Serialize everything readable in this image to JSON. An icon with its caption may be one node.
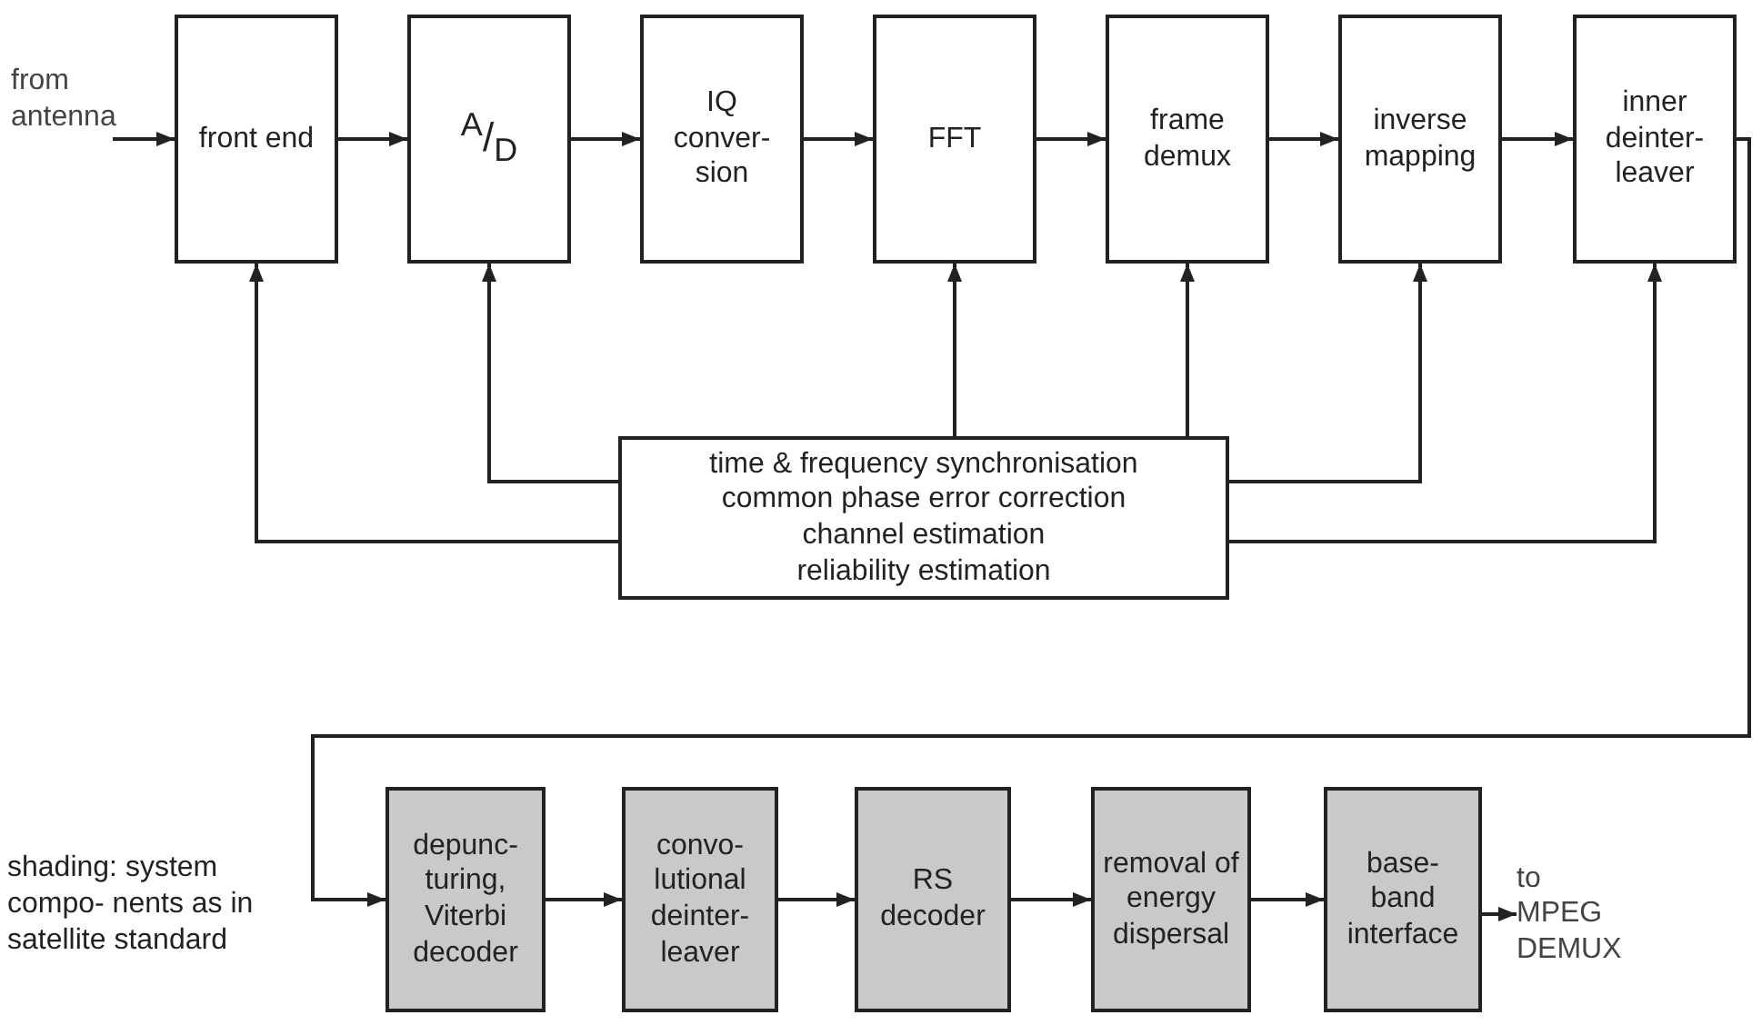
{
  "diagram": {
    "nodes": [
      {
        "text": [
          "from antenna"
        ]
      },
      {
        "text": [
          "front end"
        ]
      },
      {
        "text": [
          "$^{A}$/$_{D}$"
        ]
      },
      {
        "text": [
          "IQ conver- sion"
        ]
      },
      {
        "text": [
          "FFT"
        ]
      },
      {
        "text": [
          "frame demux"
        ]
      },
      {
        "text": [
          "inverse mapping"
        ]
      },
      {
        "text": [
          "inner deinter- leaver"
        ]
      },
      {
        "text": [
          "time & frequency synchronisation",
          "common phase error correction",
          "channel estimation",
          "reliability estimation"
        ]
      },
      {
        "text": [
          "depunc- turing, Viterbi decoder"
        ]
      },
      {
        "text": [
          "convo- lutional deinter- leaver"
        ]
      },
      {
        "text": [
          "RS decoder"
        ]
      },
      {
        "text": [
          "removal of energy dispersal"
        ]
      },
      {
        "text": [
          "base- band interface"
        ]
      },
      {
        "text": [
          "to MPEG DEMUX"
        ]
      }
    ],
    "edges": [
      {
        "from": 0,
        "to": 1,
        "arrow": "to"
      },
      {
        "from": 1,
        "to": 2,
        "arrow": "to"
      },
      {
        "from": 2,
        "to": 3,
        "arrow": "to"
      },
      {
        "from": 3,
        "to": 4,
        "arrow": "to"
      },
      {
        "from": 4,
        "to": 5,
        "arrow": "to"
      },
      {
        "from": 5,
        "to": 6,
        "arrow": "to"
      },
      {
        "from": 6,
        "to": 7,
        "arrow": "to"
      },
      {
        "from": 7,
        "to": 9,
        "arrow": "to"
      },
      {
        "from": 8,
        "to": 1,
        "arrow": "to"
      },
      {
        "from": 8,
        "to": 2,
        "arrow": "to"
      },
      {
        "from": 8,
        "to": 4,
        "arrow": "to"
      },
      {
        "from": 8,
        "to": 5,
        "arrow": "to"
      },
      {
        "from": 8,
        "to": 6,
        "arrow": "to"
      },
      {
        "from": 8,
        "to": 7,
        "arrow": "to"
      },
      {
        "from": 9,
        "to": 10,
        "arrow": "to"
      },
      {
        "from": 10,
        "to": 11,
        "arrow": "to"
      },
      {
        "from": 11,
        "to": 12,
        "arrow": "to"
      },
      {
        "from": 12,
        "to": 13,
        "arrow": "to"
      },
      {
        "from": 13,
        "to": 14,
        "arrow": "to"
      }
    ],
    "labels": [
      "shading: system compo- nents as in satellite standard"
    ]
  }
}
